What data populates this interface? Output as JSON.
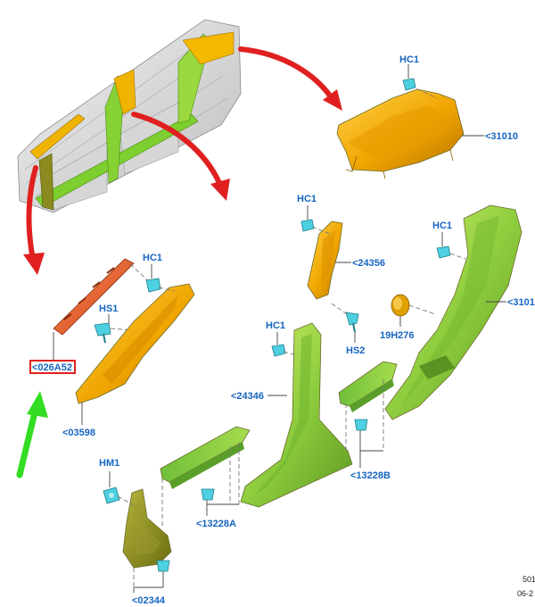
{
  "labels": {
    "hc1_top": "HC1",
    "p31010": "<31010",
    "hc1_24356": "HC1",
    "p24356": "<24356",
    "hc1_right": "HC1",
    "p3101": "<3101",
    "p19h276": "19H276",
    "hs2": "HS2",
    "hc1_bpillar": "HC1",
    "p24346": "<24346",
    "p13228b": "<13228B",
    "hc1_apillar": "HC1",
    "hs1": "HS1",
    "p026a52": "<026A52",
    "p03598": "<03598",
    "hm1": "HM1",
    "p13228a": "<13228A",
    "p02344": "<02344"
  },
  "footer": {
    "line1": "501",
    "line2": "06-2"
  },
  "colors": {
    "callout_text": "#1565c0",
    "arrow_red": "#e02020",
    "arrow_green": "#33dd22",
    "highlight_box": "#e02020",
    "part_orange": "#f0a500",
    "part_green": "#8bc34a",
    "part_olive": "#8a8a1e",
    "clip_cyan": "#4dd0e1"
  }
}
